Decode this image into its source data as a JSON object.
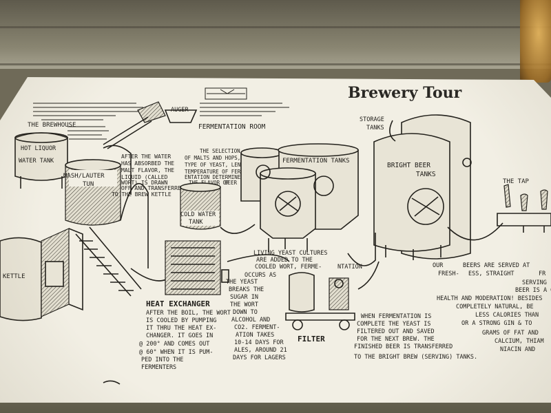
{
  "title": "Brewery Tour",
  "labels": {
    "brewhouse": "THE BREWHOUSE",
    "hot_liquor_1": "HOT LIQUOR",
    "hot_liquor_2": "WATER TANK",
    "mash_1": "MASH/LAUTER",
    "mash_2": "TUN",
    "auger": "AUGER",
    "fermentation_room": "FERMENTATION ROOM",
    "cold_water_1": "COLD WATER",
    "cold_water_2": "TANK",
    "fermentation_tanks": "FERMENTATION TANKS",
    "storage_1": "STORAGE",
    "storage_2": "TANKS",
    "bright_1": "BRIGHT BEER",
    "bright_2": "TANKS",
    "tap": "THE TAP",
    "kettle": "KETTLE",
    "heat_exchanger": "HEAT EXCHANGER",
    "filter": "FILTER"
  },
  "notes": {
    "water_1": "AFTER THE WATER",
    "water_2": "HAS ABSORBED THE",
    "water_3": "MALT FLAVOR, THE",
    "water_4": "LIQUID (CALLED",
    "water_5": "WORT) IS DRAWN",
    "water_6": "OFF AND TRANSFERRED",
    "water_7": "TO THE BREW KETTLE",
    "sel_1": "THE SELECTION",
    "sel_2": "OF MALTS AND HOPS,",
    "sel_3": "TYPE OF YEAST, LENGTH &",
    "sel_4": "TEMPERATURE OF FERM-",
    "sel_5": "ENTATION DETERMINE",
    "sel_6": "THE FLAVOR OF",
    "sel_7": "BEER",
    "yeast_1": "LIVING YEAST CULTURES",
    "yeast_2": "ARE ADDED TO THE",
    "yeast_3": "COOLED WORT, FERME-",
    "yeast_4": "NTATION",
    "yeast_5": "OCCURS AS",
    "yeast_6": "THE YEAST",
    "yeast_7": "BREAKS THE",
    "yeast_8": "SUGAR IN",
    "yeast_9": "THE WORT",
    "yeast_10": "DOWN TO",
    "yeast_11": "ALCOHOL AND",
    "yeast_12": "CO2. FERMENT-",
    "yeast_13": "ATION TAKES",
    "yeast_14": "10-14 DAYS FOR",
    "yeast_15": "ALES, AROUND 21",
    "yeast_16": "DAYS FOR LAGERS",
    "hx_1": "AFTER THE BOIL, THE WORT",
    "hx_2": "IS COOLED BY PUMPING",
    "hx_3": "IT THRU THE HEAT EX-",
    "hx_4": "CHANGER. IT GOES IN",
    "hx_5": "@ 200° AND COMES OUT",
    "hx_6": "@ 60° WHEN IT IS PUM-",
    "hx_7": "PED INTO THE",
    "hx_8": "FERMENTERS",
    "ferm_1": "WHEN FERMENTATION IS",
    "ferm_2": "COMPLETE THE YEAST IS",
    "ferm_3": "FILTERED OUT AND SAVED",
    "ferm_4": "FOR THE NEXT BREW. THE",
    "ferm_5": "FINISHED BEER IS TRANSFERRED",
    "ferm_6": "TO THE BRIGHT BREW (SERVING) TANKS.",
    "tap_1": "OUR",
    "tap_2": "BEERS ARE SERVED AT",
    "tap_3": "FRESH-",
    "tap_4": "ESS, STRAIGHT",
    "tap_5": "FR",
    "tap_6": "SERVING",
    "tap_7": "BEER IS A G",
    "tap_8": "HEALTH AND MODERATION! BESIDES",
    "tap_9": "COMPLETELY NATURAL, BE",
    "tap_10": "LESS CALORIES THAN",
    "tap_11": "OR A STRONG GIN & TO",
    "tap_12": "GRAMS OF FAT AND",
    "tap_13": "CALCIUM, THIAM",
    "tap_14": "NIACIN AND"
  }
}
